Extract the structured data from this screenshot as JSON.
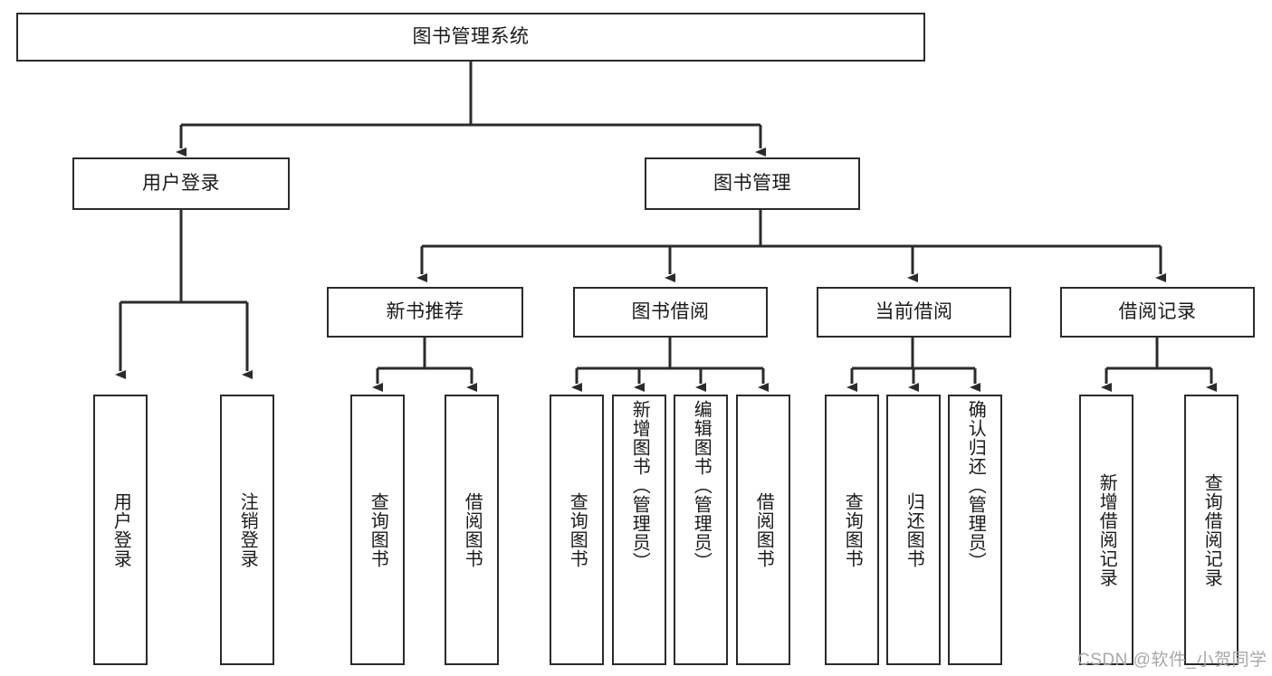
{
  "diagram": {
    "title": "图书管理系统",
    "root": {
      "id": "root",
      "label": "图书管理系统"
    },
    "level2": [
      {
        "id": "user-login",
        "label": "用户登录"
      },
      {
        "id": "book-management",
        "label": "图书管理"
      }
    ],
    "level3": [
      {
        "id": "new-book-recommend",
        "label": "新书推荐"
      },
      {
        "id": "book-borrow",
        "label": "图书借阅"
      },
      {
        "id": "current-borrow",
        "label": "当前借阅"
      },
      {
        "id": "borrow-record",
        "label": "借阅记录"
      }
    ],
    "leaves": [
      {
        "id": "leaf-user-login",
        "label": "用户登录",
        "parent": "user-login"
      },
      {
        "id": "leaf-logout",
        "label": "注销登录",
        "parent": "user-login"
      },
      {
        "id": "leaf-query-book-1",
        "label": "查询图书",
        "parent": "new-book-recommend"
      },
      {
        "id": "leaf-borrow-book-1",
        "label": "借阅图书",
        "parent": "new-book-recommend"
      },
      {
        "id": "leaf-query-book-2",
        "label": "查询图书",
        "parent": "book-borrow"
      },
      {
        "id": "leaf-add-book",
        "label": "新增图书（管理员）",
        "parent": "book-borrow"
      },
      {
        "id": "leaf-edit-book",
        "label": "编辑图书（管理员）",
        "parent": "book-borrow"
      },
      {
        "id": "leaf-borrow-book-2",
        "label": "借阅图书",
        "parent": "book-borrow"
      },
      {
        "id": "leaf-query-book-3",
        "label": "查询图书",
        "parent": "current-borrow"
      },
      {
        "id": "leaf-return-book",
        "label": "归还图书",
        "parent": "current-borrow"
      },
      {
        "id": "leaf-confirm-return",
        "label": "确认归还（管理员）",
        "parent": "current-borrow"
      },
      {
        "id": "leaf-add-record",
        "label": "新增借阅记录",
        "parent": "borrow-record"
      },
      {
        "id": "leaf-query-record",
        "label": "查询借阅记录",
        "parent": "borrow-record"
      }
    ]
  },
  "watermark": {
    "text": "CSDN @软件_小贺同学"
  },
  "colors": {
    "stroke": "#2b2b2b",
    "background": "#ffffff",
    "text": "#1a1a1a",
    "watermark": "#a8a8a8"
  }
}
